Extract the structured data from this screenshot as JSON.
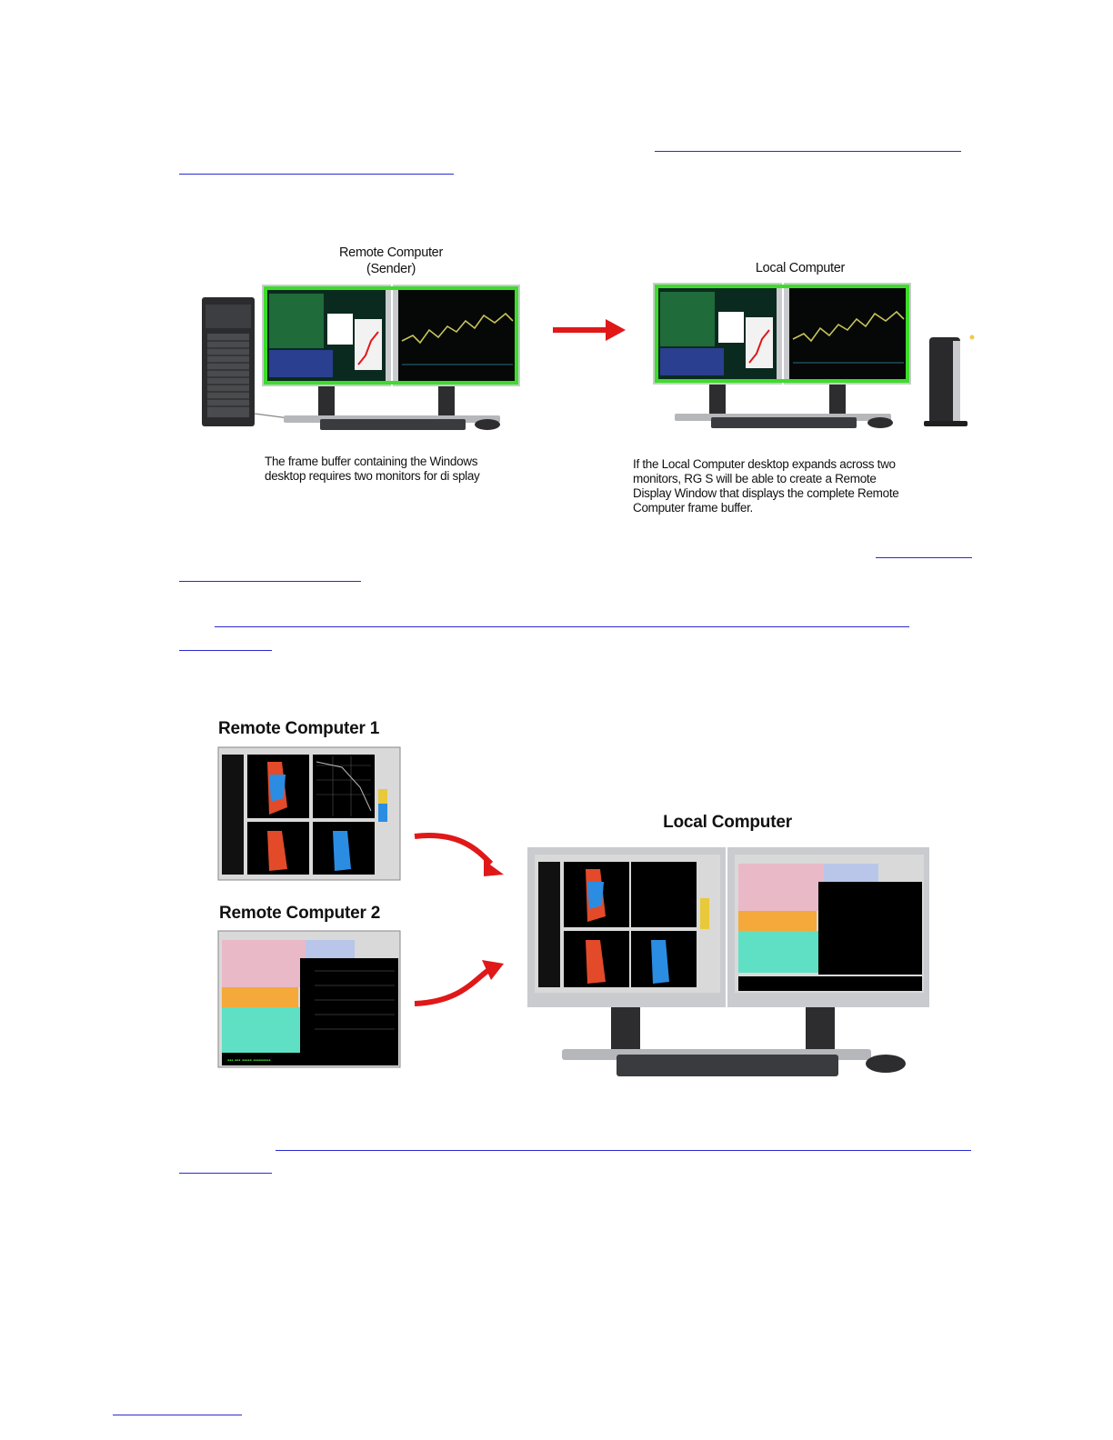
{
  "figure1": {
    "remote_label": "Remote Computer\n(Sender)",
    "local_label": "Local Computer",
    "remote_caption": "The frame buffer containing the Windows\ndesktop requires two monitors for di splay",
    "local_caption": "If the Local Computer desktop expands across two\nmonitors, RG S will be able to create a Remote\nDisplay Window that displays the complete Remote\nComputer frame buffer."
  },
  "figure2": {
    "remote1_label": "Remote Computer 1",
    "remote2_label": "Remote Computer 2",
    "local_label": "Local Computer"
  },
  "colors": {
    "link": "#2b2bd0",
    "frame_buffer_border": "#3ddc2a",
    "arrow": "#e01818",
    "screen_bg": "#0b2a1f",
    "monitor_bezel": "#c9cbce"
  }
}
